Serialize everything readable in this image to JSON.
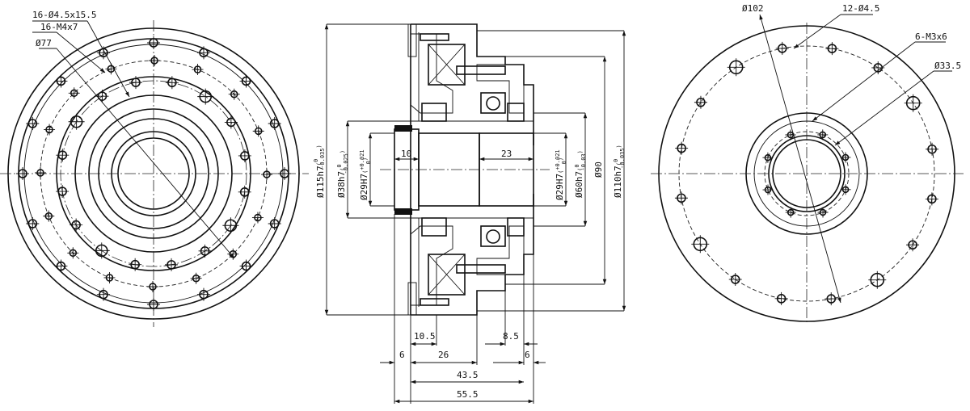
{
  "front_view": {
    "labels": [
      "16-Ø4.5x15.5",
      "16-M4x7",
      "Ø77"
    ]
  },
  "section_view": {
    "dims_horizontal": [
      "10",
      "23",
      "10.5",
      "8.5",
      "6",
      "26",
      "6",
      "43.5",
      "55.5"
    ],
    "dims_vertical": [
      {
        "base": "Ø115h7",
        "tol_upper": "0",
        "tol_lower": "-0.035"
      },
      {
        "base": "Ø38h7",
        "tol_upper": "0",
        "tol_lower": "-0.025"
      },
      {
        "base": "Ø29H7",
        "tol_upper": "+0.021",
        "tol_lower": "0"
      },
      {
        "base": "Ø29H7",
        "tol_upper": "+0.021",
        "tol_lower": "0"
      },
      {
        "base": "Ø60h7",
        "tol_upper": "0",
        "tol_lower": "-0.03"
      },
      {
        "base": "Ø90",
        "tol_upper": "",
        "tol_lower": ""
      },
      {
        "base": "Ø110h7",
        "tol_upper": "0",
        "tol_lower": "-0.035"
      }
    ]
  },
  "rear_view": {
    "labels": [
      "Ø102",
      "12-Ø4.5",
      "6-M3x6",
      "Ø33.5"
    ]
  }
}
